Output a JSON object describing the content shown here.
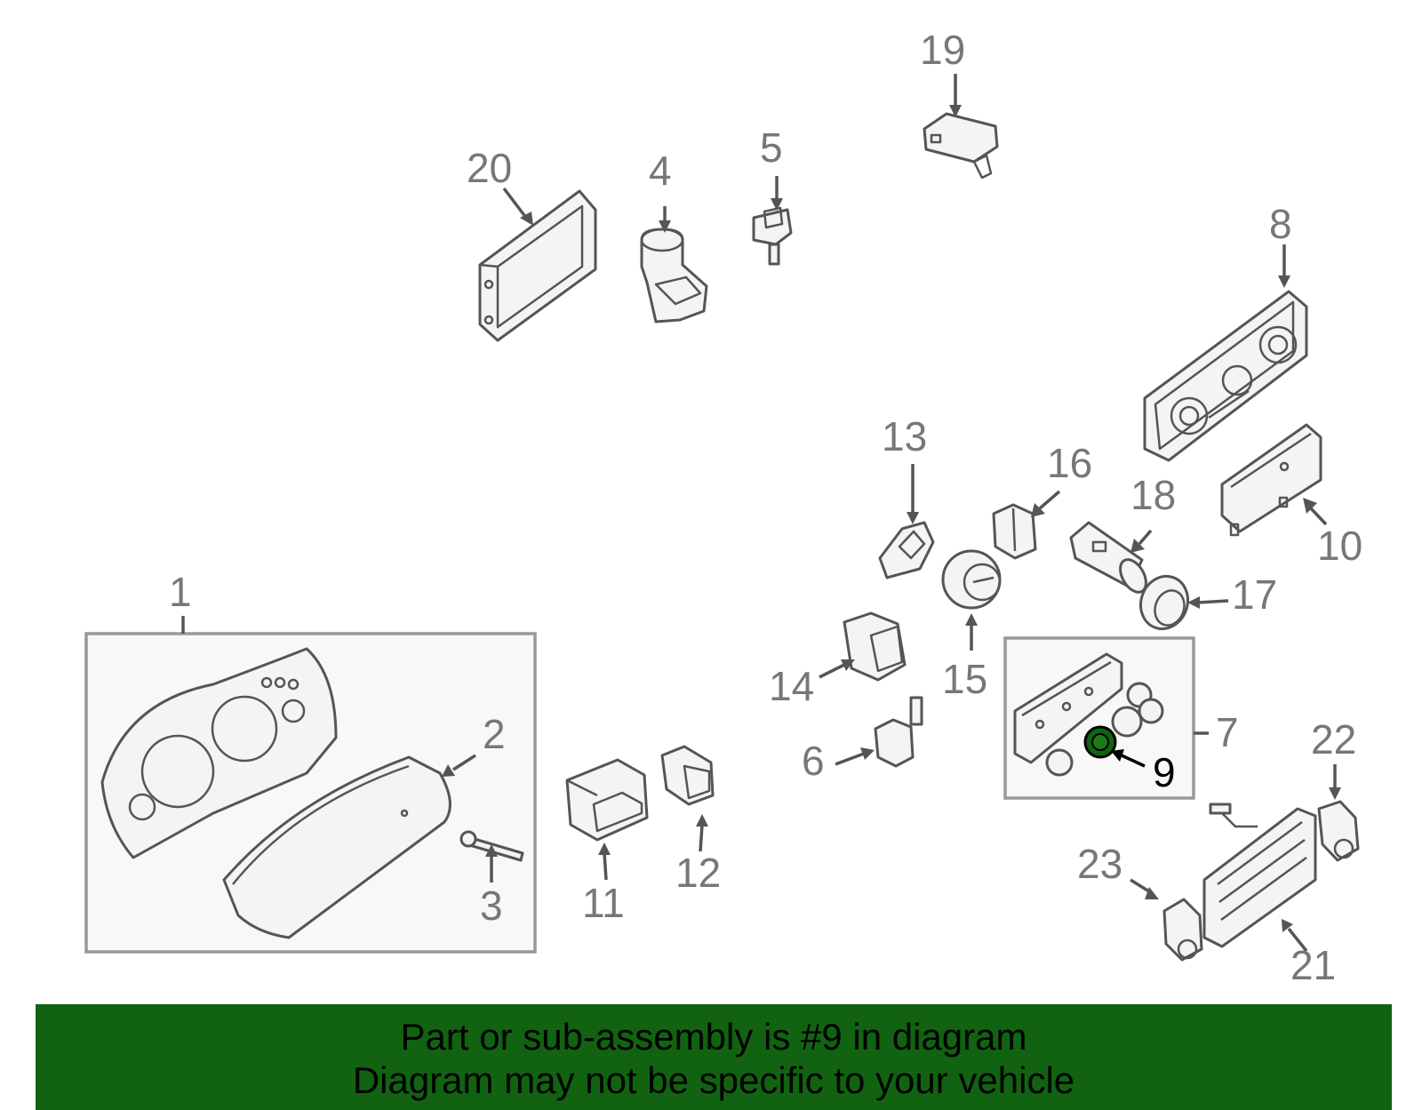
{
  "callouts": {
    "c1": "1",
    "c2": "2",
    "c3": "3",
    "c4": "4",
    "c5": "5",
    "c6": "6",
    "c7": "7",
    "c8": "8",
    "c9": "9",
    "c10": "10",
    "c11": "11",
    "c12": "12",
    "c13": "13",
    "c14": "14",
    "c15": "15",
    "c16": "16",
    "c17": "17",
    "c18": "18",
    "c19": "19",
    "c20": "20",
    "c21": "21",
    "c22": "22",
    "c23": "23"
  },
  "highlight": {
    "part": "9",
    "color": "#116311",
    "label_color": "#000000"
  },
  "banner": {
    "line1": "Part or sub-assembly is #9 in diagram",
    "line2": "Diagram may not be specific to your vehicle",
    "background": "#116311"
  },
  "colors": {
    "line": "#555555",
    "label": "#777777",
    "box": "#999999"
  }
}
